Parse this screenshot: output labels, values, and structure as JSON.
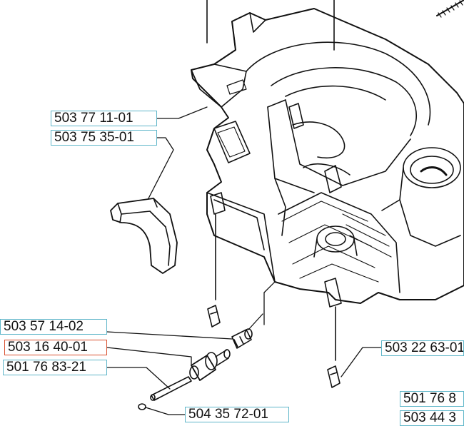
{
  "colors": {
    "label_border": "#5fb6c9",
    "selected_border": "#d9502f",
    "line": "#111111"
  },
  "selected_part": "503 16 40-01",
  "parts": [
    {
      "id": "p1",
      "number": "503 77 11-01"
    },
    {
      "id": "p2",
      "number": "503 75 35-01"
    },
    {
      "id": "p3",
      "number": "503 57 14-02"
    },
    {
      "id": "p4",
      "number": "503 16 40-01"
    },
    {
      "id": "p5",
      "number": "501 76 83-21"
    },
    {
      "id": "p6",
      "number": "504 35 72-01"
    },
    {
      "id": "p7",
      "number": "503 22 63-01"
    },
    {
      "id": "p8",
      "number": "501 76 8"
    },
    {
      "id": "p9",
      "number": "503 44 3"
    }
  ]
}
